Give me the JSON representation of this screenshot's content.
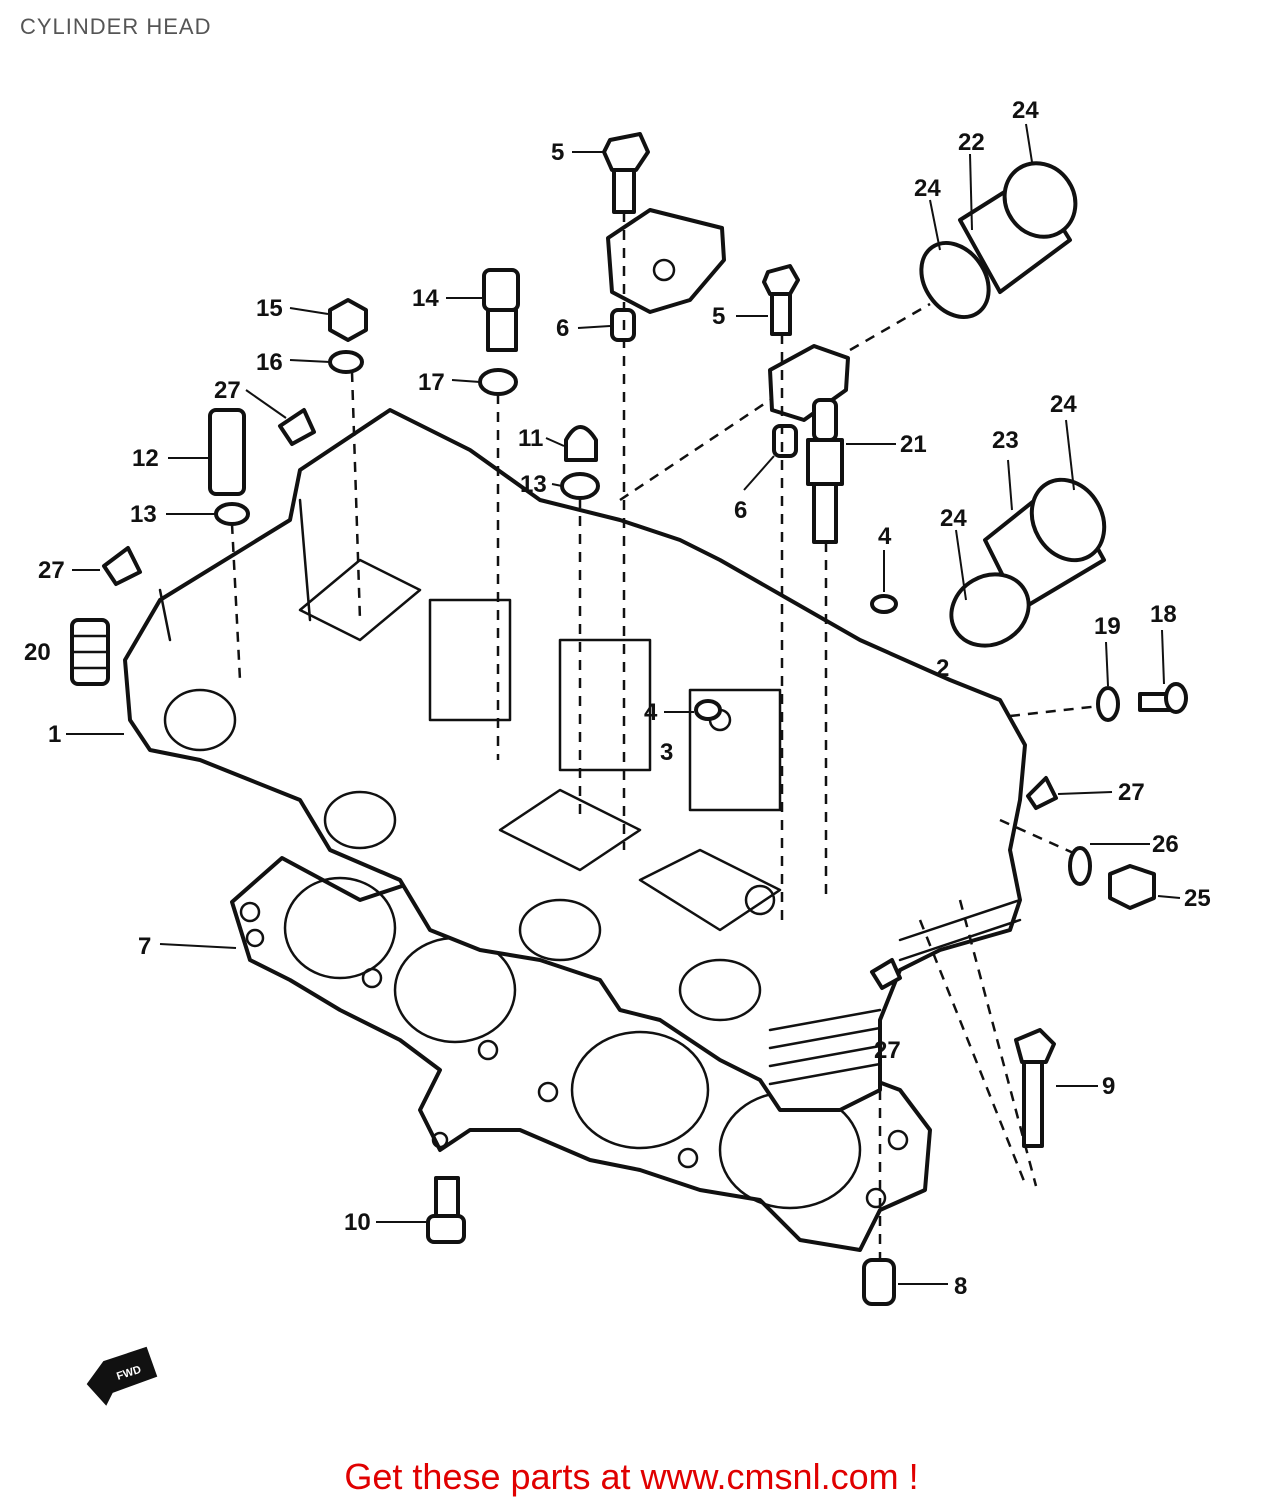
{
  "page": {
    "title": "CYLINDER HEAD",
    "footer_link": "Get these parts at www.cmsnl.com !"
  },
  "diagram": {
    "direction_marker": "FWD",
    "callouts": [
      {
        "id": "c5a",
        "label": "5"
      },
      {
        "id": "c24a",
        "label": "24"
      },
      {
        "id": "c22",
        "label": "22"
      },
      {
        "id": "c24b",
        "label": "24"
      },
      {
        "id": "c15",
        "label": "15"
      },
      {
        "id": "c14",
        "label": "14"
      },
      {
        "id": "c6a",
        "label": "6"
      },
      {
        "id": "c5b",
        "label": "5"
      },
      {
        "id": "c16",
        "label": "16"
      },
      {
        "id": "c17",
        "label": "17"
      },
      {
        "id": "c27a",
        "label": "27"
      },
      {
        "id": "c11",
        "label": "11"
      },
      {
        "id": "c12",
        "label": "12"
      },
      {
        "id": "c13a",
        "label": "13"
      },
      {
        "id": "c13b",
        "label": "13"
      },
      {
        "id": "c6b",
        "label": "6"
      },
      {
        "id": "c21",
        "label": "21"
      },
      {
        "id": "c24c",
        "label": "24"
      },
      {
        "id": "c23",
        "label": "23"
      },
      {
        "id": "c24d",
        "label": "24"
      },
      {
        "id": "c4a",
        "label": "4"
      },
      {
        "id": "c27b",
        "label": "27"
      },
      {
        "id": "c20",
        "label": "20"
      },
      {
        "id": "c19",
        "label": "19"
      },
      {
        "id": "c18",
        "label": "18"
      },
      {
        "id": "c2",
        "label": "2"
      },
      {
        "id": "c1",
        "label": "1"
      },
      {
        "id": "c4b",
        "label": "4"
      },
      {
        "id": "c3",
        "label": "3"
      },
      {
        "id": "c27c",
        "label": "27"
      },
      {
        "id": "c26",
        "label": "26"
      },
      {
        "id": "c25",
        "label": "25"
      },
      {
        "id": "c7",
        "label": "7"
      },
      {
        "id": "c27d",
        "label": "27"
      },
      {
        "id": "c9",
        "label": "9"
      },
      {
        "id": "c10",
        "label": "10"
      },
      {
        "id": "c8",
        "label": "8"
      }
    ]
  }
}
